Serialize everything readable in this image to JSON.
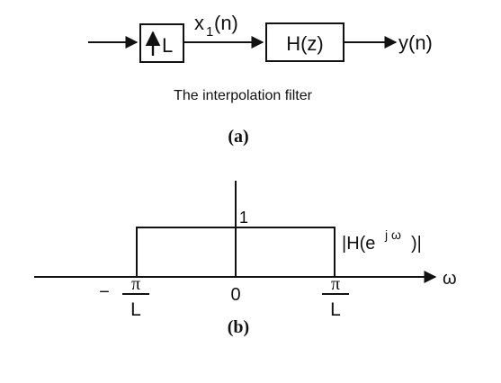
{
  "block_diagram": {
    "upsampler_label": "L",
    "intermediate_signal_base": "x",
    "intermediate_signal_sub": "1",
    "intermediate_signal_arg": "(n)",
    "filter_label": "H(z)",
    "output_signal": "y(n)",
    "caption": "The interpolation filter",
    "panel_label": "(a)"
  },
  "frequency_plot": {
    "magnitude_label_base": "|H(e",
    "magnitude_label_exp": "j ω",
    "magnitude_label_close": ")|",
    "axis_label": "ω",
    "gain_label": "1",
    "tick_left_sign": "−",
    "tick_left_num": "π",
    "tick_left_den": "L",
    "tick_center": "0",
    "tick_right_num": "π",
    "tick_right_den": "L",
    "panel_label": "(b)"
  }
}
